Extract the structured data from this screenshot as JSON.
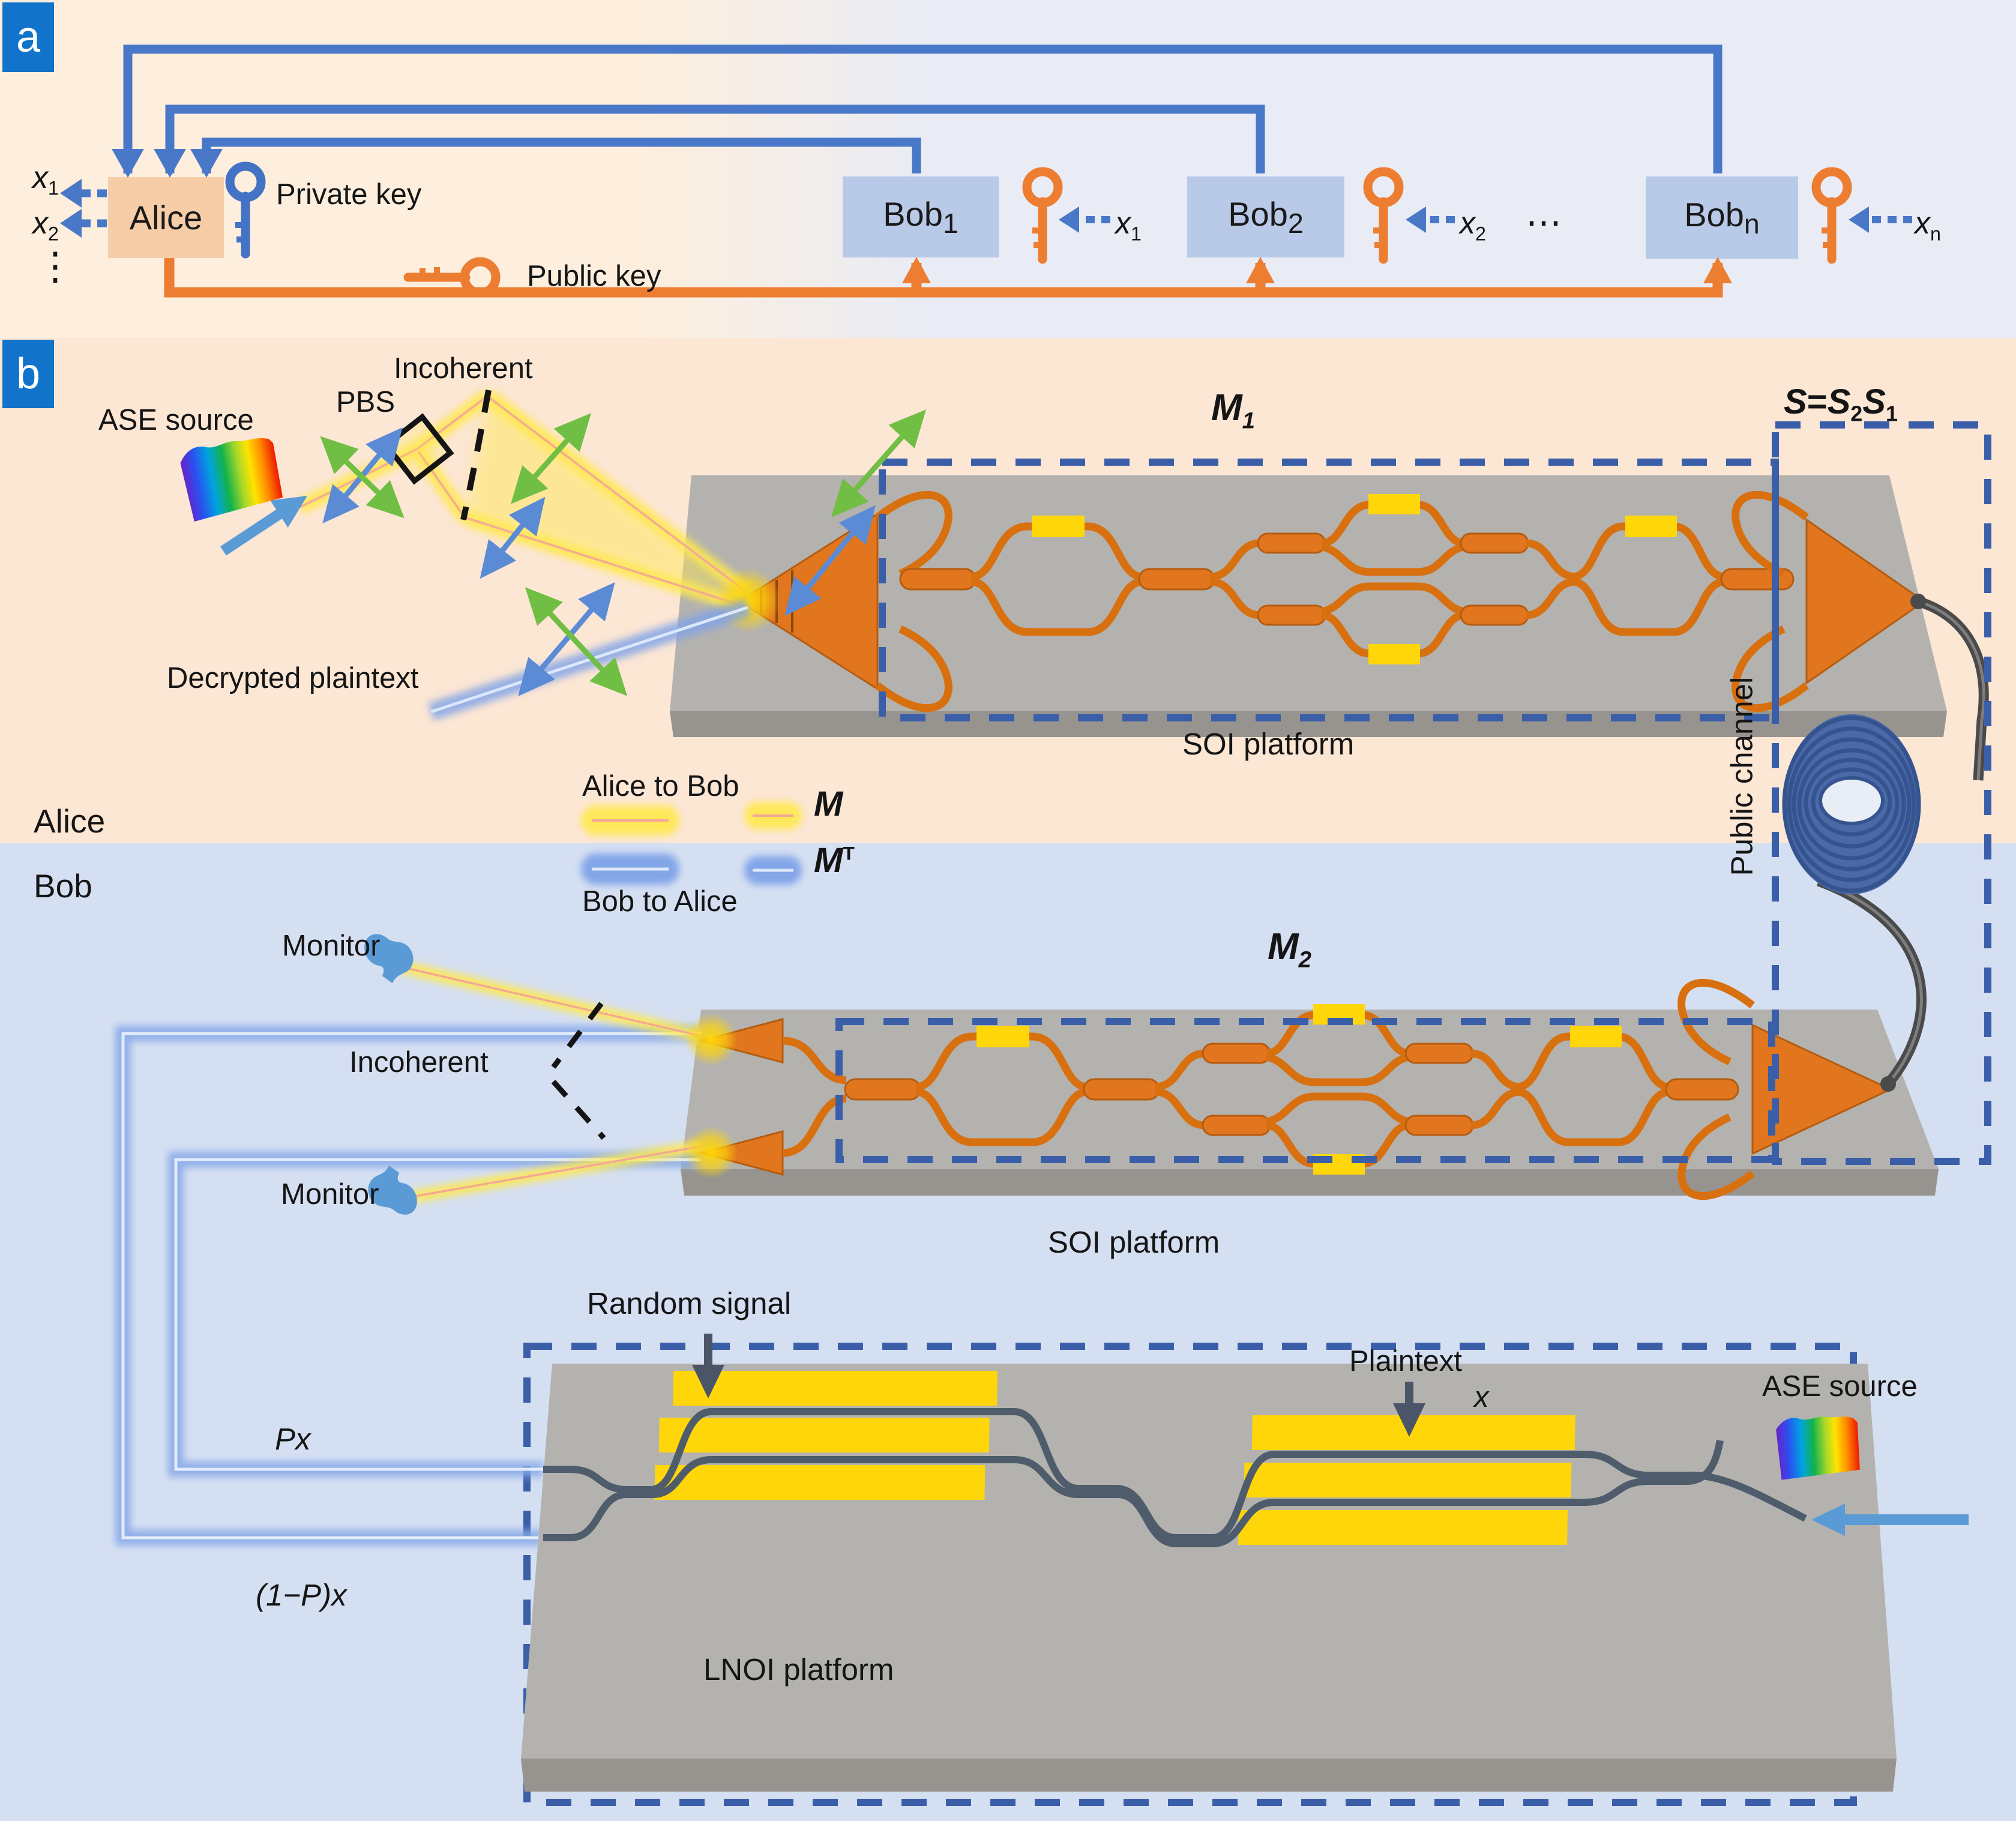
{
  "panel_a": {
    "badge": "a",
    "alice_label": "Alice",
    "outputs": [
      {
        "base": "x",
        "sub": "1"
      },
      {
        "base": "x",
        "sub": "2"
      }
    ],
    "vdots": "⋮",
    "hdots": "⋯",
    "private_key_label": "Private key",
    "public_key_label": "Public key",
    "bobs": [
      {
        "base": "Bob",
        "sub": "1",
        "input_base": "x",
        "input_sub": "1"
      },
      {
        "base": "Bob",
        "sub": "2",
        "input_base": "x",
        "input_sub": "2"
      },
      {
        "base": "Bob",
        "sub": "n",
        "input_base": "x",
        "input_sub": "n"
      }
    ]
  },
  "panel_b": {
    "badge": "b",
    "alice_side": {
      "region_label": "Alice",
      "ase_source": "ASE source",
      "pbs": "PBS",
      "incoherent": "Incoherent",
      "decrypted_plaintext": "Decrypted plaintext",
      "m1": {
        "base": "M",
        "sub": "1"
      },
      "s_label": {
        "s": "S",
        "eq": "=",
        "s2": "S",
        "s2_sub": "2",
        "s1": "S",
        "s1_sub": "1"
      },
      "soi_platform": "SOI platform"
    },
    "legend": {
      "alice_to_bob": "Alice to Bob",
      "bob_to_alice": "Bob to Alice",
      "m": "M",
      "mt_base": "M",
      "mt_sup": "T"
    },
    "public_channel": "Public channel",
    "bob_side": {
      "region_label": "Bob",
      "monitor_top": "Monitor",
      "monitor_bottom": "Monitor",
      "incoherent": "Incoherent",
      "m2": {
        "base": "M",
        "sub": "2"
      },
      "soi_platform": "SOI platform",
      "random_signal": "Random signal",
      "px": "Px",
      "one_minus_px": "(1−P)x",
      "lnoi_platform": "LNOI platform",
      "plaintext": "Plaintext",
      "x": "x",
      "ase_source": "ASE source"
    }
  },
  "colors": {
    "badge_blue": "#1173c9",
    "key_private_blue": "#4472C4",
    "key_public_orange": "#ED7D31",
    "dashed_box_blue": "#3A5FA8",
    "waveguide_orange": "#E1761E",
    "pad_yellow": "#FFD60A",
    "beam_yellow": "#FFE94D",
    "beam_blue": "#7FA3E8",
    "chip_gray": "#B4B2AF",
    "alice_bg": "#FCE6D4",
    "bob_bg": "#D5DFF2"
  }
}
